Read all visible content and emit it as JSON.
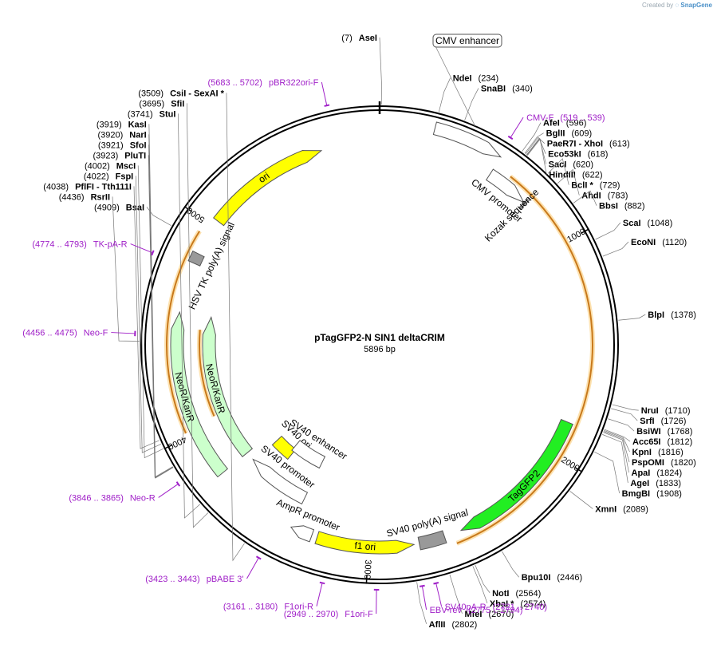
{
  "app": {
    "credit_prefix": "Created by",
    "credit_brand": "SnapGene"
  },
  "plasmid": {
    "name": "pTagGFP2-N SIN1 deltaCRIM",
    "length": 5896,
    "length_label": "5896 bp"
  },
  "ticks": [
    {
      "pos": 1000,
      "label": "1000"
    },
    {
      "pos": 2000,
      "label": "2000"
    },
    {
      "pos": 3000,
      "label": "3000"
    },
    {
      "pos": 4000,
      "label": "4000"
    },
    {
      "pos": 5000,
      "label": "5000"
    }
  ],
  "features": [
    {
      "name": "CMV enhancer",
      "start": 235,
      "end": 538,
      "direction": 1,
      "color": "#ffffff",
      "ring": "outer",
      "label_style": "boxed"
    },
    {
      "name": "CMV promoter",
      "start": 539,
      "end": 742,
      "direction": 1,
      "color": "#ffffff",
      "ring": "mid",
      "label_style": "curved"
    },
    {
      "name": "Kozak sequence",
      "start": 745,
      "end": 754,
      "direction": 0,
      "color": "#cccccc",
      "ring": "mid",
      "label_style": "radial"
    },
    {
      "name": "TagGFP2",
      "start": 1840,
      "end": 2560,
      "direction": 1,
      "color": "#22ee22",
      "ring": "mid",
      "label_style": "on"
    },
    {
      "name": "SV40 poly(A) signal",
      "start": 2642,
      "end": 2763,
      "direction": 0,
      "color": "#999999",
      "ring": "mid",
      "label_style": "curved"
    },
    {
      "name": "f1 ori",
      "start": 2788,
      "end": 3243,
      "direction": -1,
      "color": "#ffff00",
      "ring": "mid",
      "label_style": "on"
    },
    {
      "name": "AmpR promoter",
      "start": 3269,
      "end": 3373,
      "direction": 1,
      "color": "#ffffff",
      "ring": "mid",
      "label_style": "curved"
    },
    {
      "name": "SV40 promoter",
      "start": 3375,
      "end": 3732,
      "direction": 1,
      "color": "#ffffff",
      "ring": "inner1",
      "label_style": "curved"
    },
    {
      "name": "SV40 ori",
      "start": 3583,
      "end": 3718,
      "direction": 0,
      "color": "#ffff00",
      "ring": "inner2",
      "label_style": "curved"
    },
    {
      "name": "SV40 enhancer",
      "start": 3375,
      "end": 3600,
      "direction": 0,
      "color": "#ffffff",
      "ring": "inner3",
      "label_style": "curved"
    },
    {
      "name": "NeoR/KanR",
      "start": 3780,
      "end": 4574,
      "direction": 1,
      "color": "#ccffcc",
      "ring": "inner1",
      "label_style": "on"
    },
    {
      "name": "NeoR/KanR",
      "start": 3780,
      "end": 4574,
      "direction": 1,
      "color": "#ccffcc",
      "ring": "mid",
      "label_style": "on"
    },
    {
      "name": "HSV TK poly(A) signal",
      "start": 4810,
      "end": 4858,
      "direction": 0,
      "color": "#999999",
      "ring": "mid",
      "label_style": "curved"
    },
    {
      "name": "ori",
      "start": 5034,
      "end": 5622,
      "direction": 1,
      "color": "#ffff00",
      "ring": "mid",
      "label_style": "on"
    }
  ],
  "orfs": [
    {
      "start": 620,
      "end": 2600,
      "direction": 1
    },
    {
      "start": 4020,
      "end": 4950,
      "direction": 1
    },
    {
      "start": 4040,
      "end": 4500,
      "direction": -1
    }
  ],
  "sites": [
    {
      "name": "AseI",
      "pos": 7,
      "pos_label": "(7)",
      "side": "left",
      "text_anchor": "end"
    },
    {
      "name": "NdeI",
      "pos": 234,
      "pos_label": "(234)",
      "side": "right"
    },
    {
      "name": "SnaBI",
      "pos": 340,
      "pos_label": "(340)",
      "side": "right"
    },
    {
      "name": "AfeI",
      "pos": 596,
      "pos_label": "(596)",
      "side": "right"
    },
    {
      "name": "BglII",
      "pos": 609,
      "pos_label": "(609)",
      "side": "right"
    },
    {
      "name": "PaeR7I - XhoI",
      "pos": 613,
      "pos_label": "(613)",
      "side": "right"
    },
    {
      "name": "Eco53kI",
      "pos": 618,
      "pos_label": "(618)",
      "side": "right"
    },
    {
      "name": "SacI",
      "pos": 620,
      "pos_label": "(620)",
      "side": "right"
    },
    {
      "name": "HindIII",
      "pos": 622,
      "pos_label": "(622)",
      "side": "right"
    },
    {
      "name": "BclI *",
      "pos": 729,
      "pos_label": "(729)",
      "side": "right"
    },
    {
      "name": "AhdI",
      "pos": 783,
      "pos_label": "(783)",
      "side": "right"
    },
    {
      "name": "BbsI",
      "pos": 882,
      "pos_label": "(882)",
      "side": "right"
    },
    {
      "name": "ScaI",
      "pos": 1048,
      "pos_label": "(1048)",
      "side": "right"
    },
    {
      "name": "EcoNI",
      "pos": 1120,
      "pos_label": "(1120)",
      "side": "right"
    },
    {
      "name": "BlpI",
      "pos": 1378,
      "pos_label": "(1378)",
      "side": "right"
    },
    {
      "name": "NruI",
      "pos": 1710,
      "pos_label": "(1710)",
      "side": "right"
    },
    {
      "name": "SrfI",
      "pos": 1726,
      "pos_label": "(1726)",
      "side": "right"
    },
    {
      "name": "BsiWI",
      "pos": 1768,
      "pos_label": "(1768)",
      "side": "right"
    },
    {
      "name": "Acc65I",
      "pos": 1812,
      "pos_label": "(1812)",
      "side": "right"
    },
    {
      "name": "KpnI",
      "pos": 1816,
      "pos_label": "(1816)",
      "side": "right"
    },
    {
      "name": "PspOMI",
      "pos": 1820,
      "pos_label": "(1820)",
      "side": "right"
    },
    {
      "name": "ApaI",
      "pos": 1824,
      "pos_label": "(1824)",
      "side": "right"
    },
    {
      "name": "AgeI",
      "pos": 1833,
      "pos_label": "(1833)",
      "side": "right"
    },
    {
      "name": "BmgBI",
      "pos": 1908,
      "pos_label": "(1908)",
      "side": "right"
    },
    {
      "name": "XmnI",
      "pos": 2089,
      "pos_label": "(2089)",
      "side": "right"
    },
    {
      "name": "Bpu10I",
      "pos": 2446,
      "pos_label": "(2446)",
      "side": "right"
    },
    {
      "name": "NotI",
      "pos": 2564,
      "pos_label": "(2564)",
      "side": "right"
    },
    {
      "name": "XbaI *",
      "pos": 2574,
      "pos_label": "(2574)",
      "side": "right"
    },
    {
      "name": "MfeI",
      "pos": 2670,
      "pos_label": "(2670)",
      "side": "right"
    },
    {
      "name": "AflII",
      "pos": 2802,
      "pos_label": "(2802)",
      "side": "right"
    },
    {
      "name": "CsiI - SexAI *",
      "pos": 3509,
      "pos_label": "(3509)",
      "side": "left"
    },
    {
      "name": "SfiI",
      "pos": 3695,
      "pos_label": "(3695)",
      "side": "left"
    },
    {
      "name": "StuI",
      "pos": 3741,
      "pos_label": "(3741)",
      "side": "left"
    },
    {
      "name": "KasI",
      "pos": 3919,
      "pos_label": "(3919)",
      "side": "left"
    },
    {
      "name": "NarI",
      "pos": 3920,
      "pos_label": "(3920)",
      "side": "left"
    },
    {
      "name": "SfoI",
      "pos": 3921,
      "pos_label": "(3921)",
      "side": "left"
    },
    {
      "name": "PluTI",
      "pos": 3923,
      "pos_label": "(3923)",
      "side": "left"
    },
    {
      "name": "MscI",
      "pos": 4002,
      "pos_label": "(4002)",
      "side": "left"
    },
    {
      "name": "FspI",
      "pos": 4022,
      "pos_label": "(4022)",
      "side": "left"
    },
    {
      "name": "PflFI - Tth111I",
      "pos": 4038,
      "pos_label": "(4038)",
      "side": "left"
    },
    {
      "name": "RsrII",
      "pos": 4436,
      "pos_label": "(4436)",
      "side": "left"
    },
    {
      "name": "BsaI",
      "pos": 4909,
      "pos_label": "(4909)",
      "side": "left"
    }
  ],
  "primers": [
    {
      "name": "pBR322ori-F",
      "range_label": "(5683 .. 5702)",
      "pos": 5692,
      "direction": 1
    },
    {
      "name": "CMV-F",
      "range_label": "(519 .. 539)",
      "pos": 529,
      "direction": 1
    },
    {
      "name": "TK-pA-R",
      "range_label": "(4774 .. 4793)",
      "pos": 4783,
      "direction": -1
    },
    {
      "name": "Neo-F",
      "range_label": "(4456 .. 4475)",
      "pos": 4465,
      "direction": 1
    },
    {
      "name": "Neo-R",
      "range_label": "(3846 .. 3865)",
      "pos": 3855,
      "direction": -1
    },
    {
      "name": "pBABE 3'",
      "range_label": "(3423 .. 3443)",
      "pos": 3433,
      "direction": -1
    },
    {
      "name": "F1ori-R",
      "range_label": "(3161 .. 3180)",
      "pos": 3170,
      "direction": -1
    },
    {
      "name": "F1ori-F",
      "range_label": "(2949 .. 2970)",
      "pos": 2960,
      "direction": 1
    },
    {
      "name": "SV40pA-R",
      "range_label": "(2721 .. 2740)",
      "pos": 2730,
      "direction": -1
    },
    {
      "name": "EBV-rev",
      "range_label": "(2775 .. 2794)",
      "pos": 2784,
      "direction": -1
    }
  ]
}
